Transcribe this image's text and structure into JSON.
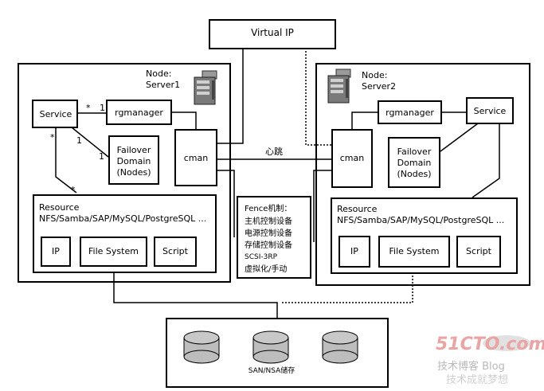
{
  "virtual_ip": "Virtual IP",
  "heartbeat": "心跳",
  "node1": {
    "node_label": "Node:",
    "server_label": "Server1",
    "service": "Service",
    "rgmanager": "rgmanager",
    "cman": "cman",
    "failover_line1": "Failover",
    "failover_line2": "Domain",
    "failover_line3": "(Nodes)",
    "resource_title": "Resource",
    "resource_list": "NFS/Samba/SAP/MySQL/PostgreSQL ...",
    "ip": "IP",
    "file_system": "File System",
    "script": "Script",
    "mult_service_rg_star": "*",
    "mult_service_rg_one": "1",
    "mult_service_fd_one": "1",
    "mult_fd_one": "1",
    "mult_service_res_star": "*",
    "mult_res_star": "*"
  },
  "node2": {
    "node_label": "Node:",
    "server_label": "Server2",
    "service": "Service",
    "rgmanager": "rgmanager",
    "cman": "cman",
    "failover_line1": "Failover",
    "failover_line2": "Domain",
    "failover_line3": "(Nodes)",
    "resource_title": "Resource",
    "resource_list": "NFS/Samba/SAP/MySQL/PostgreSQL ...",
    "ip": "IP",
    "file_system": "File System",
    "script": "Script"
  },
  "fence": {
    "title": "Fence机制：",
    "items": [
      "主机控制设备",
      "电源控制设备",
      "存储控制设备",
      "SCSI-3RP",
      "虚拟化/手动"
    ]
  },
  "storage": {
    "label": "SAN/NSA储存"
  },
  "watermark": {
    "site": "51CTO.com",
    "tagline": "技术博客  Blog",
    "motto": "技术成就梦想"
  }
}
